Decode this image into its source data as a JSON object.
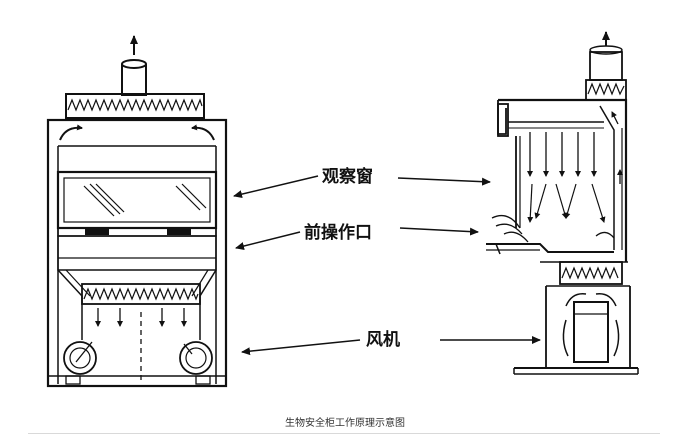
{
  "labels": {
    "observation_window": "观察窗",
    "front_opening": "前操作口",
    "fan": "风机"
  },
  "caption": "生物安全柜工作原理示意图",
  "colors": {
    "line": "#111111",
    "background": "#ffffff",
    "caption_text": "#333333"
  }
}
